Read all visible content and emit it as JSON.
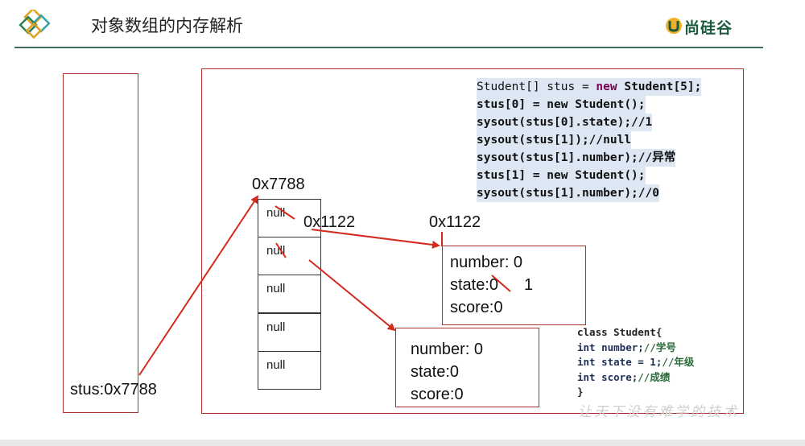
{
  "slide": {
    "title": "对象数组的内存解析",
    "brand": "尚硅谷"
  },
  "stack": {
    "variable": "stus:0x7788"
  },
  "heap": {
    "array_address": "0x7788",
    "array_cells": [
      "null",
      "null",
      "null",
      "null",
      "null"
    ],
    "pointer_label": "0x1122",
    "object1": {
      "address": "0x1122",
      "fields": [
        "number: 0",
        "state:0",
        "score:0"
      ],
      "state_new_value": "1"
    },
    "object2": {
      "fields": [
        "number: 0",
        "state:0",
        "score:0"
      ]
    }
  },
  "code": {
    "line1_a": "Student[] stus = ",
    "line1_kw": "new",
    "line1_b": " Student[5];",
    "lines": [
      "stus[0] = new Student();",
      "sysout(stus[0].state);//1",
      "sysout(stus[1]);//null",
      "sysout(stus[1].number);//异常",
      "stus[1] = new Student();",
      "sysout(stus[1].number);//0"
    ]
  },
  "class_code": {
    "header": "class Student{",
    "fields": [
      {
        "decl": "int number;",
        "comment": "//学号"
      },
      {
        "decl": "int state = 1;",
        "comment": "//年级"
      },
      {
        "decl": "int score;",
        "comment": "//成绩"
      }
    ],
    "footer": "}"
  },
  "watermark": "让天下没有难学的技术",
  "colors": {
    "box_border": "#a9332b",
    "arrow": "#d42a1e",
    "title_rule": "#3f6e5b",
    "code_highlight": "#dde7f3",
    "brand": "#1c5a3e"
  }
}
